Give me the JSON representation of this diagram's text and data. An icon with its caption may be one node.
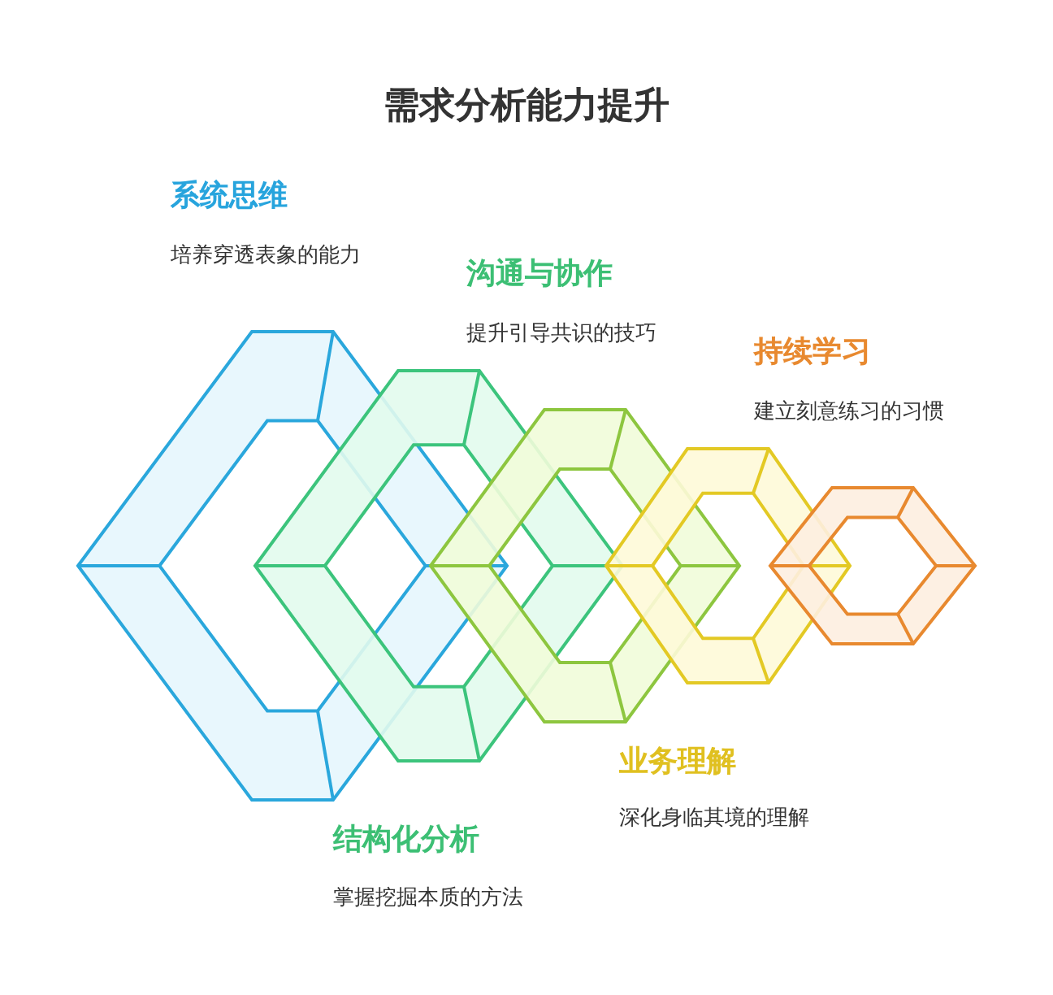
{
  "diagram": {
    "title": "需求分析能力提升",
    "nodes": [
      {
        "text": [],
        "shape": "hexagon"
      },
      {
        "text": [],
        "shape": "hexagon"
      },
      {
        "text": [],
        "shape": "hexagon"
      },
      {
        "text": [],
        "shape": "hexagon"
      },
      {
        "text": [],
        "shape": "hexagon"
      }
    ],
    "labels": [
      "系统思维",
      "培养穿透表象的能力",
      "沟通与协作",
      "提升引导共识的技巧",
      "持续学习",
      "建立刻意练习的习惯",
      "业务理解",
      "深化身临其境的理解",
      "结构化分析",
      "掌握挖掘本质的方法"
    ]
  }
}
